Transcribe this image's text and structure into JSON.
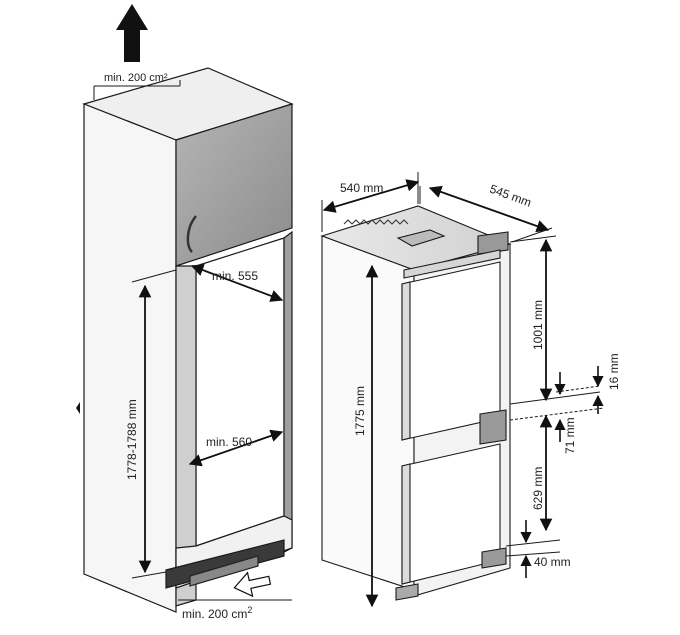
{
  "labels": {
    "vent_top": "min. 200 cm²",
    "vent_bottom_main": "min. 200 cm",
    "vent_bottom_sup": "2",
    "niche_width_top": "min. 555",
    "niche_width_bottom": "min. 560",
    "niche_height": "1778-1788 mm",
    "fridge_width": "540 mm",
    "fridge_depth": "545 mm",
    "fridge_height": "1775 mm",
    "upper_door": "1001 mm",
    "gap_small": "16 mm",
    "gap_mid": "71 mm",
    "lower_door": "629 mm",
    "bottom_gap": "40 mm"
  },
  "colors": {
    "line": "#1a1a1a",
    "cabinet_top_door": "#9a9a9a",
    "cabinet_side": "#f4f4f4",
    "vent_grille": "#555555",
    "arrow": "#111111"
  }
}
